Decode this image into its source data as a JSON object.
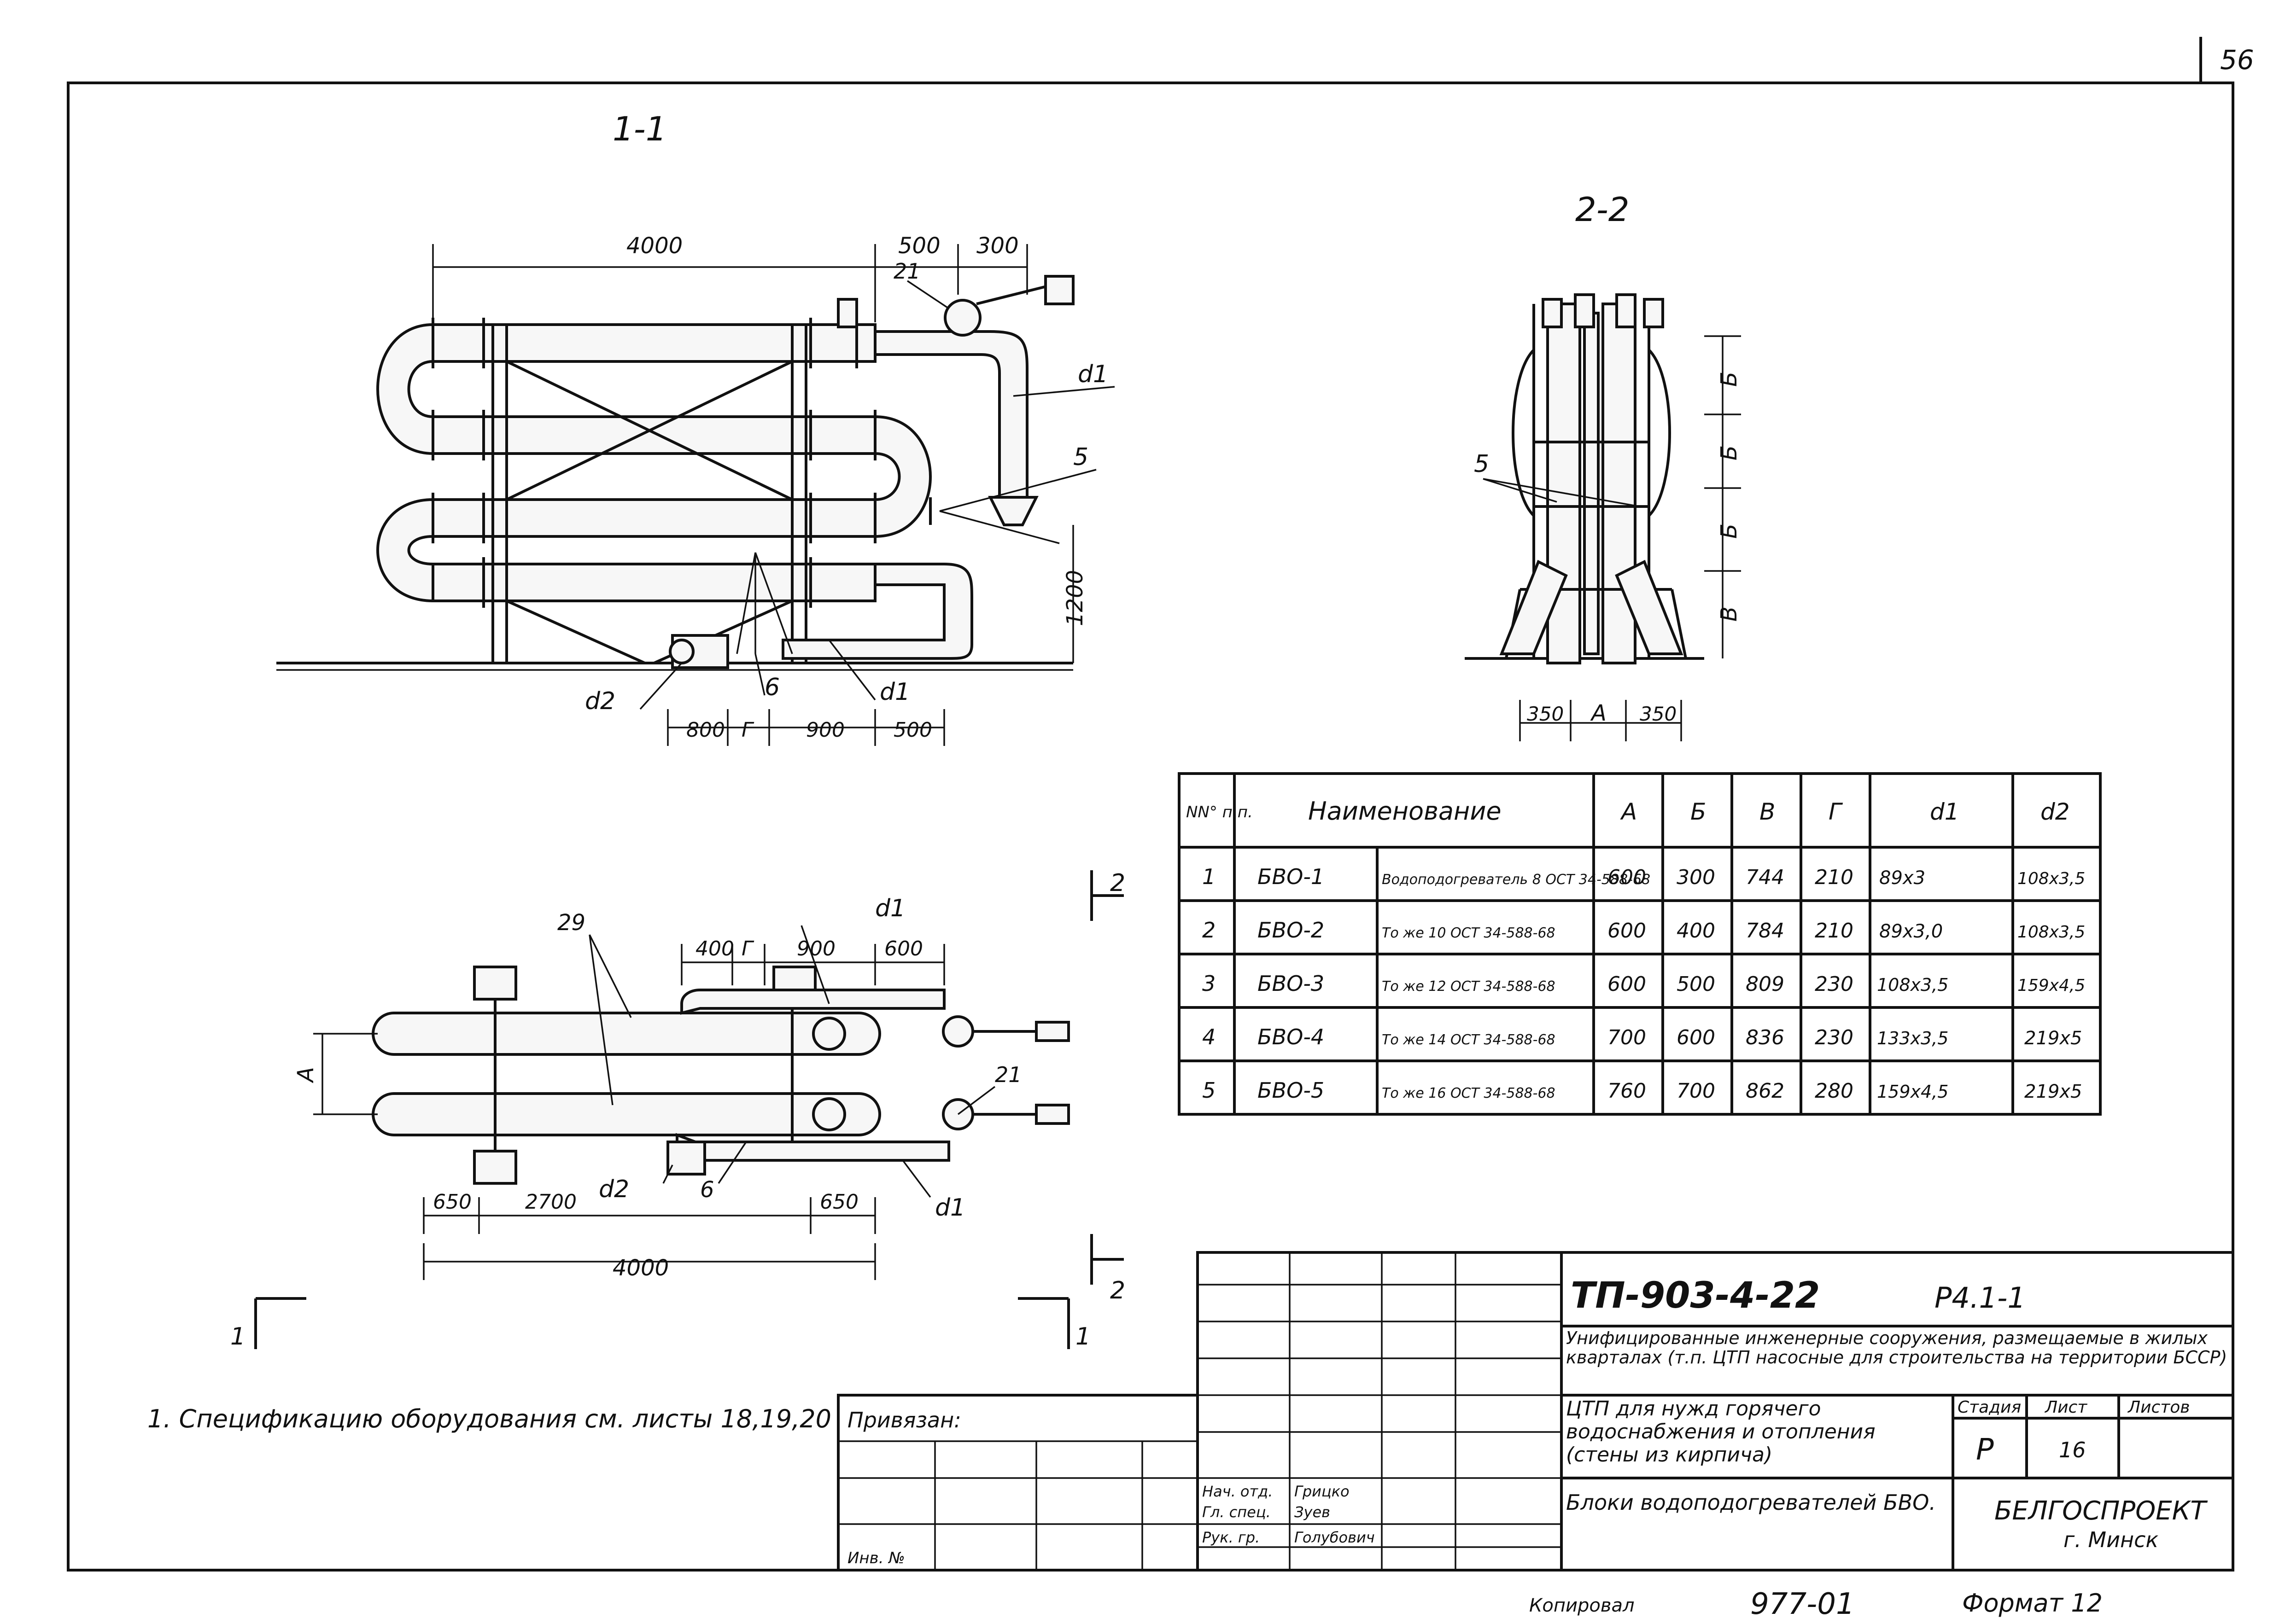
{
  "page_number": "56",
  "views": {
    "section_1": "1-1",
    "section_2": "2-2"
  },
  "section_marks": {
    "one": "1",
    "two": "2"
  },
  "dims_elev": {
    "len_4000": "4000",
    "d_500": "500",
    "d_300": "300",
    "h_1200": "1200",
    "d_800": "800",
    "g": "Г",
    "d_900": "900",
    "d_500b": "500"
  },
  "callouts_elev": {
    "c21": "21",
    "d1": "d1",
    "c5": "5",
    "d2": "d2",
    "c6": "6",
    "d1b": "d1"
  },
  "dims_side": {
    "d_350a": "350",
    "a": "А",
    "d_350b": "350",
    "b1": "Б",
    "b2": "Б",
    "b3": "Б",
    "v": "В"
  },
  "callouts_side": {
    "c5": "5"
  },
  "dims_plan": {
    "d_400": "400",
    "g": "Г",
    "d_900": "900",
    "d_600": "600",
    "a": "А",
    "d_650a": "650",
    "d_2700": "2700",
    "d_650b": "650",
    "len_4000": "4000"
  },
  "callouts_plan": {
    "c29": "29",
    "d1": "d1",
    "c21": "21",
    "d2": "d2",
    "c6": "6",
    "d1b": "d1"
  },
  "note": "1. Спецификацию оборудования см. листы 18,19,20",
  "table": {
    "headers": [
      "NN° п.п.",
      "Наименование",
      "А",
      "Б",
      "В",
      "Г",
      "d1",
      "d2"
    ],
    "rows": [
      [
        "1",
        "БВО-1",
        "Водоподогреватель 8 ОСТ 34-588-68",
        "600",
        "300",
        "744",
        "210",
        "89x3",
        "108x3,5"
      ],
      [
        "2",
        "БВО-2",
        "То же 10 ОСТ 34-588-68",
        "600",
        "400",
        "784",
        "210",
        "89x3,0",
        "108x3,5"
      ],
      [
        "3",
        "БВО-3",
        "То же 12 ОСТ 34-588-68",
        "600",
        "500",
        "809",
        "230",
        "108x3,5",
        "159x4,5"
      ],
      [
        "4",
        "БВО-4",
        "То же 14 ОСТ 34-588-68",
        "700",
        "600",
        "836",
        "230",
        "133x3,5",
        "219x5"
      ],
      [
        "5",
        "БВО-5",
        "То же 16 ОСТ 34-588-68",
        "760",
        "700",
        "862",
        "280",
        "159x4,5",
        "219x5"
      ]
    ]
  },
  "title_block": {
    "code": "ТП-903-4-22",
    "sheet_code": "Р4.1-1",
    "project_title": "Унифицированные инженерные сооружения, размещаемые в жилых кварталах (т.п. ЦТП насосные для строительства на территории БССР)",
    "drawing_title": "ЦТП для нужд горячего водоснабжения и отопления (стены из кирпича)",
    "content_title": "Блоки водоподогревателей БВО.",
    "stage_label": "Стадия",
    "sheet_label": "Лист",
    "sheets_label": "Листов",
    "stage": "Р",
    "sheet": "16",
    "org_line1": "БЕЛГОСПРОЕКТ",
    "org_line2": "г. Минск",
    "binding_label": "Привязан:",
    "inv_label": "Инв. №",
    "roles": [
      "Нач. отд.",
      "Гл. спец.",
      "Рук. гр."
    ],
    "names": [
      "Грицко",
      "Зуев",
      "Голубович"
    ]
  },
  "footer": {
    "copied": "Копировал",
    "number": "977-01",
    "format": "Формат 12"
  }
}
